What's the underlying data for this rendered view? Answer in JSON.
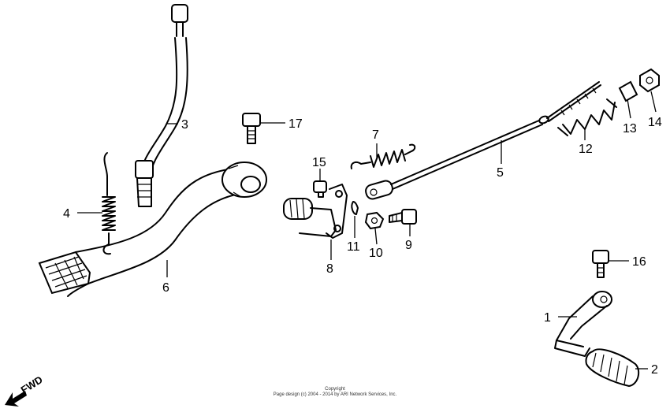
{
  "callouts": [
    {
      "id": "1",
      "label": "1"
    },
    {
      "id": "2",
      "label": "2"
    },
    {
      "id": "3",
      "label": "3"
    },
    {
      "id": "4",
      "label": "4"
    },
    {
      "id": "5",
      "label": "5"
    },
    {
      "id": "6",
      "label": "6"
    },
    {
      "id": "7",
      "label": "7"
    },
    {
      "id": "8",
      "label": "8"
    },
    {
      "id": "9",
      "label": "9"
    },
    {
      "id": "10",
      "label": "10"
    },
    {
      "id": "11",
      "label": "11"
    },
    {
      "id": "12",
      "label": "12"
    },
    {
      "id": "13",
      "label": "13"
    },
    {
      "id": "14",
      "label": "14"
    },
    {
      "id": "15",
      "label": "15"
    },
    {
      "id": "16",
      "label": "16"
    },
    {
      "id": "17",
      "label": "17"
    }
  ],
  "fwd_label": "FWD",
  "footer": {
    "line1": "Copyright",
    "line2": "Page design (c) 2004 - 2014 by ARI Network Services, Inc."
  }
}
